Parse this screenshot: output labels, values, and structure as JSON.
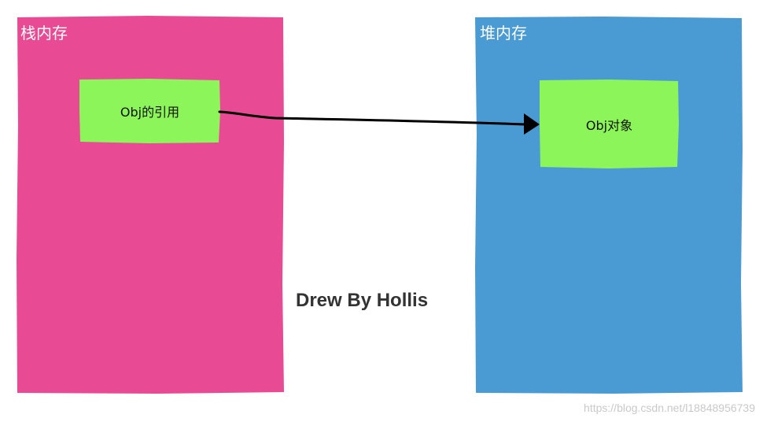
{
  "stack": {
    "label": "栈内存",
    "color": "#e84a93",
    "node_label": "Obj的引用"
  },
  "heap": {
    "label": "堆内存",
    "color": "#4a9bd4",
    "node_label": "Obj对象"
  },
  "node_color": "#8cf55a",
  "arrow_color": "#000000",
  "credit": "Drew By Hollis",
  "watermark": "https://blog.csdn.net/l18848956739"
}
